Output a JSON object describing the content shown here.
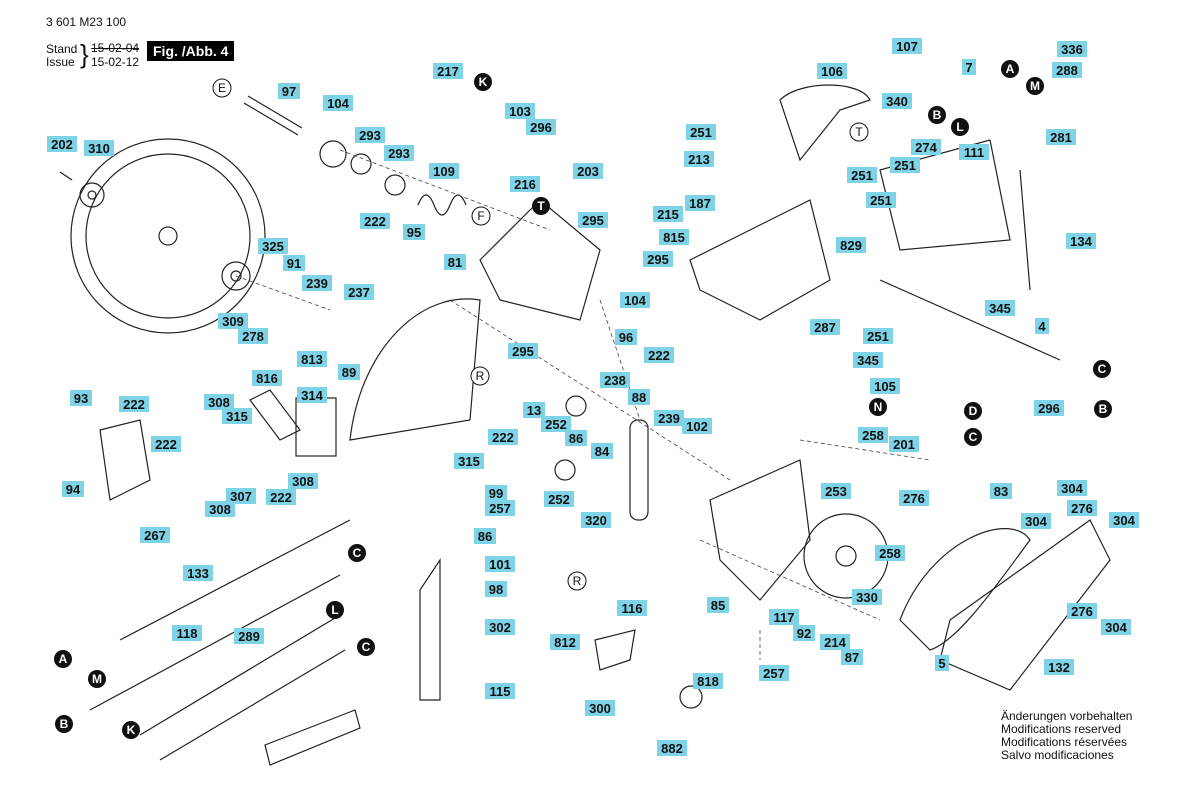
{
  "header": {
    "doc_number": "3 601 M23 100",
    "stand_label": "Stand",
    "issue_label": "Issue",
    "stand_date": "15-02-04",
    "issue_date": "15-02-12",
    "figure": "Fig. /Abb. 4"
  },
  "notice": [
    "Änderungen vorbehalten",
    "Modifications reserved",
    "Modifications réservées",
    "Salvo modificaciones"
  ],
  "part_labels": [
    "217",
    "97",
    "104",
    "293",
    "293",
    "109",
    "202",
    "310",
    "103",
    "296",
    "203",
    "213",
    "216",
    "295",
    "215",
    "295",
    "222",
    "95",
    "81",
    "325",
    "91",
    "239",
    "237",
    "309",
    "278",
    "89",
    "104",
    "96",
    "295",
    "222",
    "813",
    "816",
    "314",
    "308",
    "315",
    "238",
    "88",
    "13",
    "252",
    "86",
    "84",
    "239",
    "102",
    "222",
    "93",
    "222",
    "222",
    "94",
    "315",
    "307",
    "308",
    "308",
    "222",
    "267",
    "99",
    "257",
    "86",
    "252",
    "320",
    "101",
    "98",
    "302",
    "115",
    "116",
    "812",
    "300",
    "818",
    "882",
    "85",
    "253",
    "117",
    "92",
    "214",
    "87",
    "330",
    "258",
    "257",
    "107",
    "106",
    "340",
    "251",
    "336",
    "7",
    "288",
    "281",
    "274",
    "251",
    "111",
    "187",
    "251",
    "251",
    "815",
    "829",
    "134",
    "287",
    "345",
    "251",
    "4",
    "345",
    "105",
    "296",
    "258",
    "201",
    "276",
    "83",
    "304",
    "276",
    "304",
    "304",
    "276",
    "304",
    "5",
    "132",
    "133",
    "118",
    "289"
  ],
  "letter_labels": [
    "K",
    "T",
    "E",
    "F",
    "R",
    "R",
    "T",
    "A",
    "M",
    "B",
    "L",
    "D",
    "N",
    "C",
    "B",
    "C",
    "C",
    "L",
    "A",
    "M",
    "B",
    "K",
    "C"
  ]
}
